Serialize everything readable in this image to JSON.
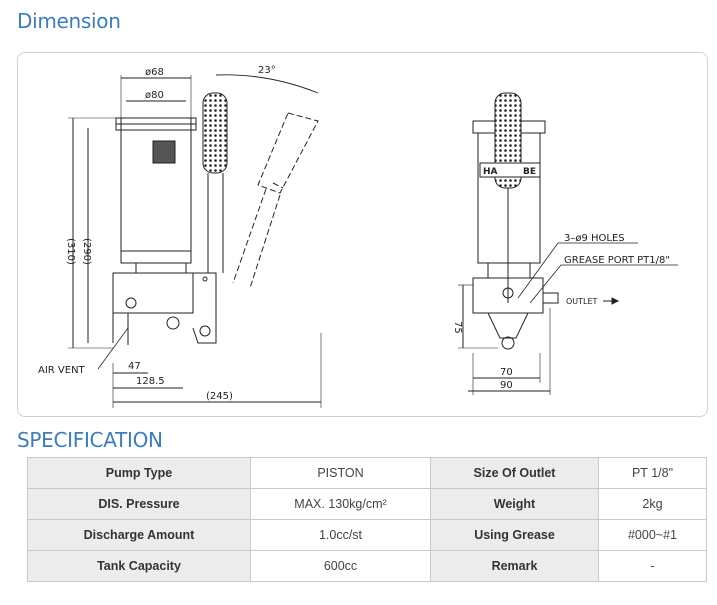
{
  "dimension": {
    "title": "Dimension",
    "labels": {
      "d68": "ø68",
      "d80": "ø80",
      "angle": "23°",
      "h310": "(310)",
      "h290": "(290)",
      "air_vent": "AIR VENT",
      "w47": "47",
      "w128": "128.5",
      "w245": "(245)",
      "holes": "3–ø9 HOLES",
      "grease_port": "GREASE PORT PT1/8\"",
      "outlet": "OUTLET",
      "h75": "75",
      "w70": "70",
      "w90": "90",
      "brand_left": "HA",
      "brand_right": "BE"
    }
  },
  "specification": {
    "title": "SPECIFICATION",
    "rows": [
      {
        "l1": "Pump Type",
        "v1": "PISTON",
        "l2": "Size Of Outlet",
        "v2": "PT 1/8\""
      },
      {
        "l1": "DIS. Pressure",
        "v1": "MAX. 130kg/cm²",
        "l2": "Weight",
        "v2": "2kg"
      },
      {
        "l1": "Discharge Amount",
        "v1": "1.0cc/st",
        "l2": "Using Grease",
        "v2": "#000~#1"
      },
      {
        "l1": "Tank Capacity",
        "v1": "600cc",
        "l2": "Remark",
        "v2": "-"
      }
    ]
  }
}
